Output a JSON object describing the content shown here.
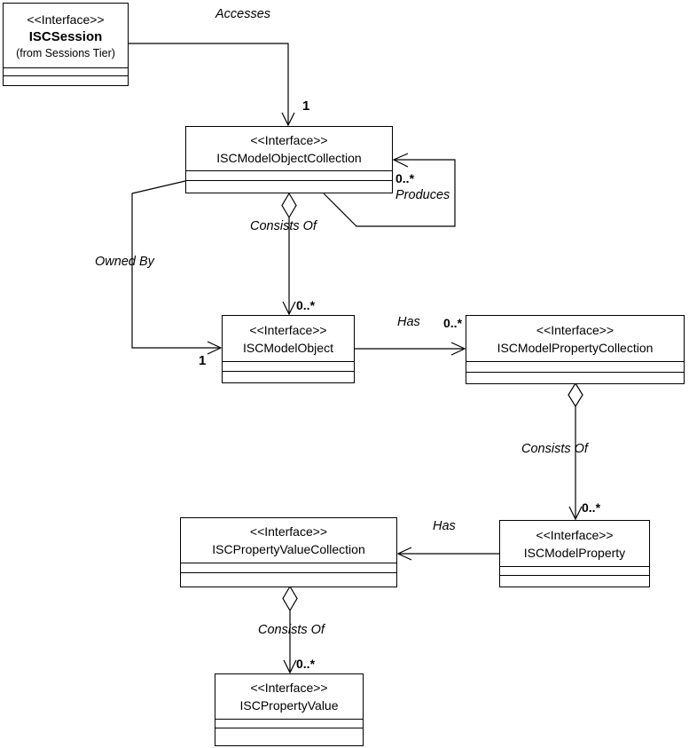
{
  "colors": {
    "background": "#ffffff",
    "line": "#000000",
    "text": "#000000"
  },
  "nodes": [
    {
      "stereotype": "<<Interface>>",
      "name": "ISCSession",
      "origin": "(from Sessions Tier)"
    },
    {
      "stereotype": "<<Interface>>",
      "name": "ISCModelObjectCollection"
    },
    {
      "stereotype": "<<Interface>>",
      "name": "ISCModelObject"
    },
    {
      "stereotype": "<<Interface>>",
      "name": "ISCModelPropertyCollection"
    },
    {
      "stereotype": "<<Interface>>",
      "name": "ISCPropertyValueCollection"
    },
    {
      "stereotype": "<<Interface>>",
      "name": "ISCModelProperty"
    },
    {
      "stereotype": "<<Interface>>",
      "name": "ISCPropertyValue"
    }
  ],
  "edges": {
    "accesses": {
      "label": "Accesses",
      "multiplicity": "1"
    },
    "produces": {
      "label": "Produces",
      "multiplicity": "0..*"
    },
    "consists_of_objects": {
      "label": "Consists Of",
      "multiplicity": "0..*"
    },
    "owned_by": {
      "label": "Owned By",
      "multiplicity": "1"
    },
    "has_properties": {
      "label": "Has",
      "multiplicity": "0..*"
    },
    "consists_of_properties": {
      "label": "Consists Of",
      "multiplicity": "0..*"
    },
    "has_values": {
      "label": "Has"
    },
    "consists_of_values": {
      "label": "Consists Of",
      "multiplicity": "0..*"
    }
  }
}
